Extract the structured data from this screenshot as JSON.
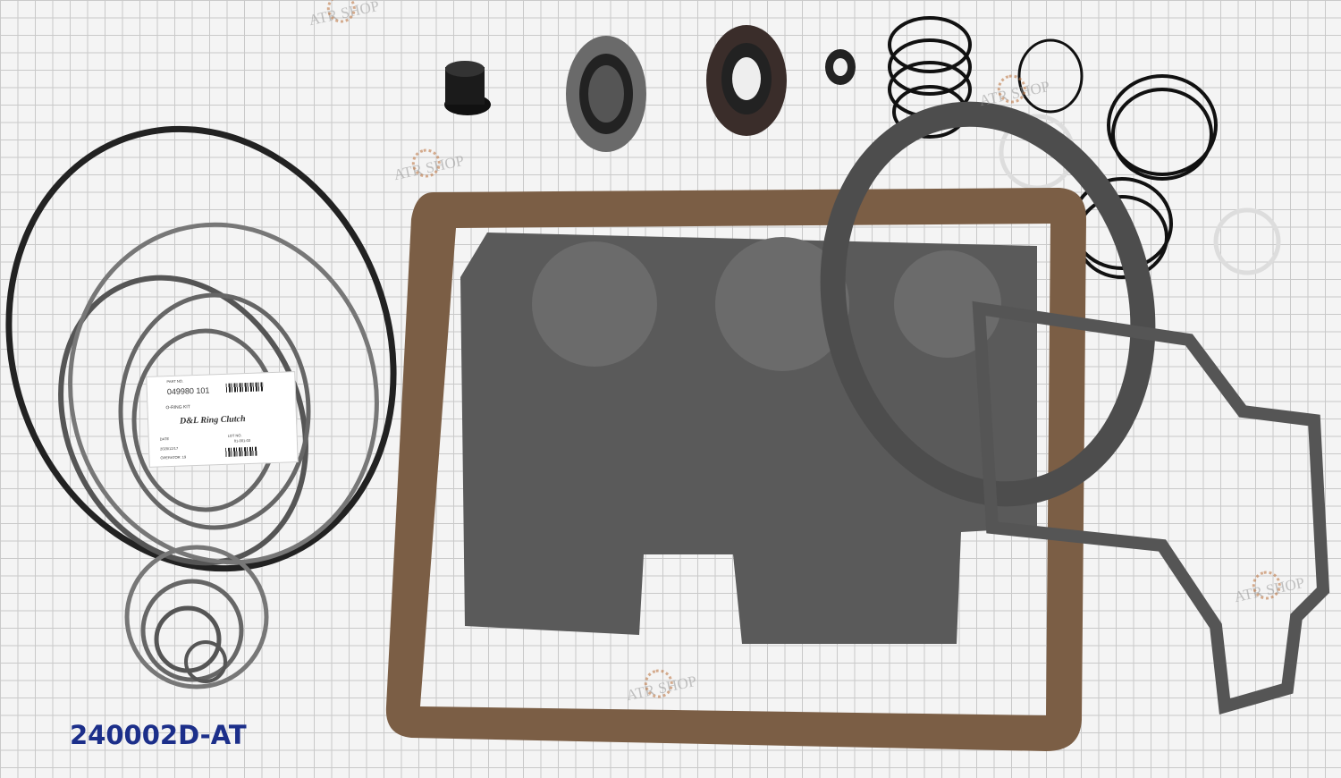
{
  "label": {
    "part_no_label": "PART NO.",
    "part_no": "049980 101",
    "kit_type": "O-RING KIT",
    "name": "D&L Ring Clutch",
    "date_label": "DATE",
    "date": "2020/12/17",
    "lot_label": "LOT NO.",
    "lot": "01-001-03",
    "operator": "OPERATOR: 19"
  },
  "product_code": "240002D-AT",
  "watermark": "ATR SHOP"
}
